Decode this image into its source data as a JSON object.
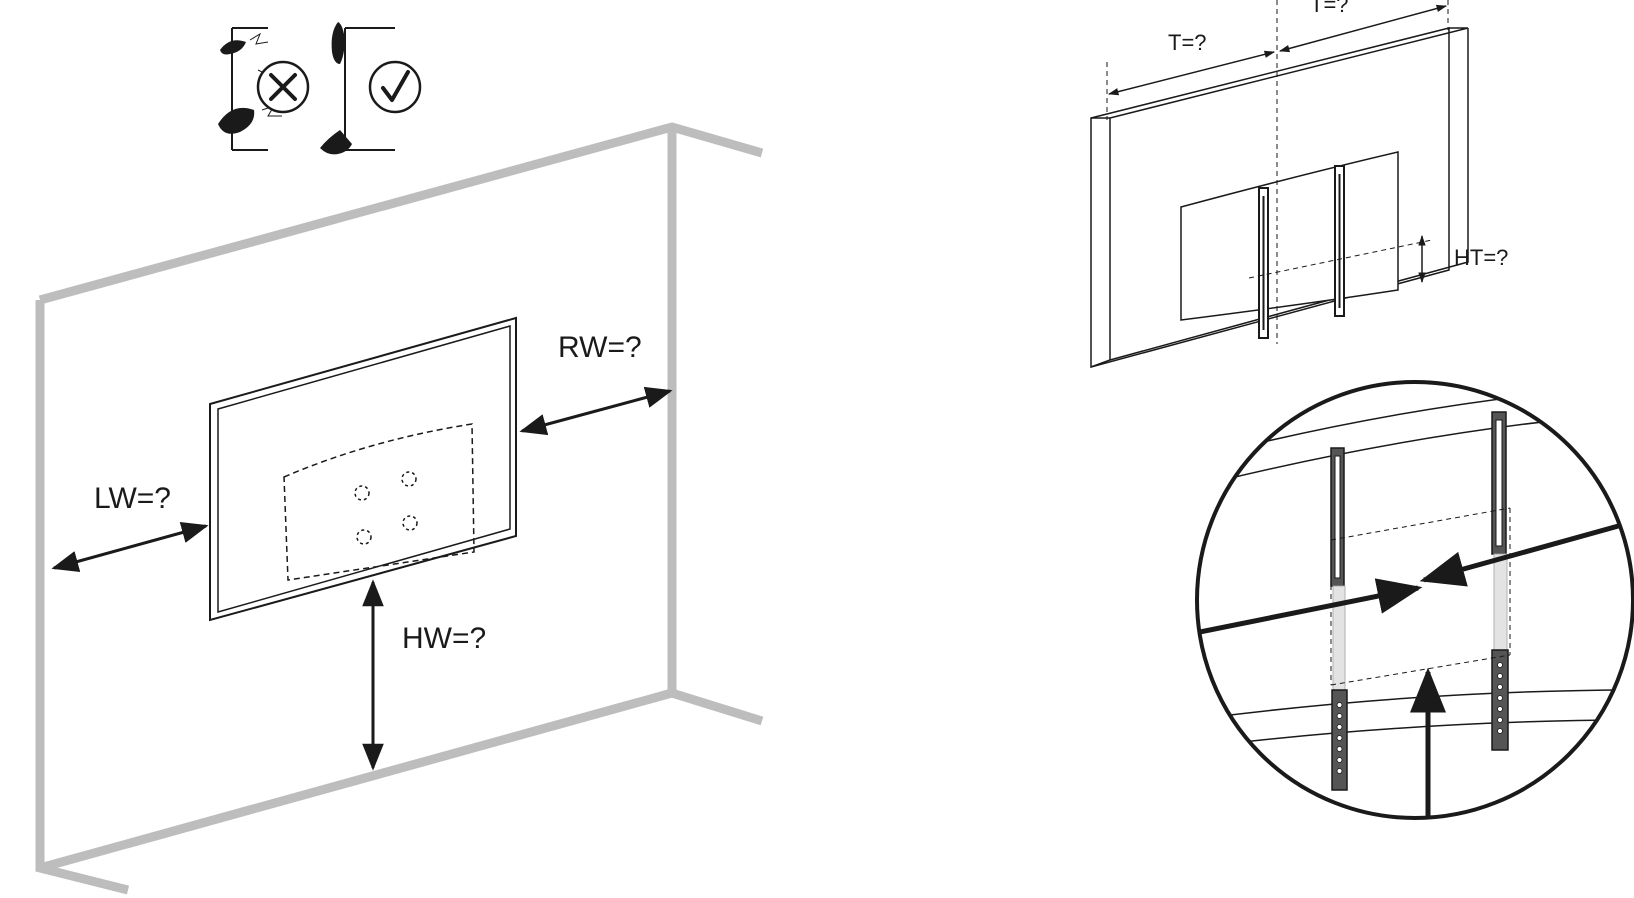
{
  "handling": {
    "wrong_icon": "cross-icon",
    "right_icon": "check-icon"
  },
  "wall_diagram": {
    "labels": {
      "rw": "RW=?",
      "lw": "LW=?",
      "hw": "HW=?"
    }
  },
  "tv_diagram": {
    "labels": {
      "t_left": "T=?",
      "t_right": "T=?",
      "ht": "HT=?"
    }
  },
  "colors": {
    "line": "#1a1a1a",
    "wall_frame": "#bdbdbd",
    "bracket_light": "#e3e3e3"
  }
}
